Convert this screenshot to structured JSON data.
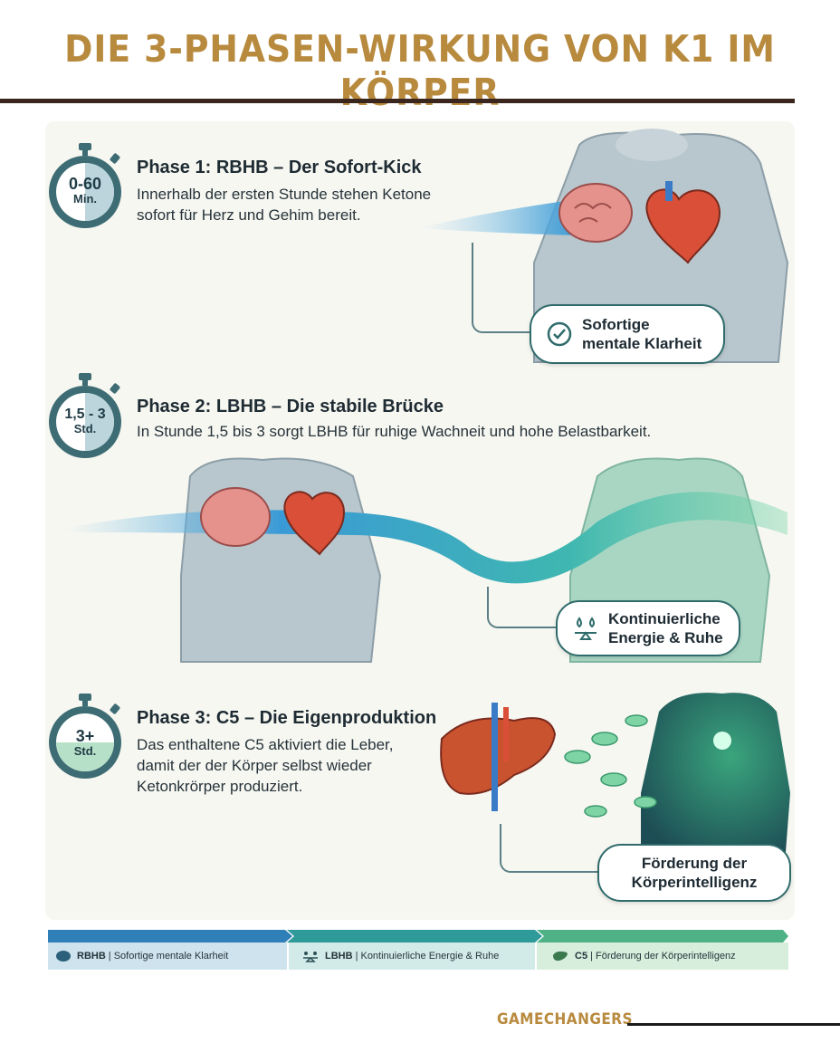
{
  "title": "DIE 3-PHASEN-WIRKUNG VON K1 IM KÖRPER",
  "phases": [
    {
      "timer_big": "0-60",
      "timer_small": "Min.",
      "title": "Phase 1: RBHB – Der Sofort-Kick",
      "desc_line1": "Innerhalb der ersten Stunde stehen Ketone",
      "desc_line2": "sofort für Herz und Gehim bereit.",
      "callout_line1": "Sofortige",
      "callout_line2": "mentale Klarheit",
      "callout_icon": "check-circle-icon",
      "timer_fill": 1.0
    },
    {
      "timer_big": "1,5 - 3",
      "timer_small": "Std.",
      "title": "Phase 2: LBHB – Die stabile Brücke",
      "desc_line1": "In Stunde 1,5 bis 3 sorgt LBHB für ruhige Wachneit und hohe Belastbarkeit.",
      "callout_line1": "Kontinuierliche",
      "callout_line2": "Energie & Ruhe",
      "callout_icon": "balance-drops-icon",
      "timer_fill": 0.5
    },
    {
      "timer_big": "3+",
      "timer_small": "Std.",
      "title": "Phase 3: C5 – Die Eigenproduktion",
      "desc_line1": "Das enthaltene C5 aktiviert die Leber,",
      "desc_line2": "damit der der Körper selbst wieder",
      "desc_line3": "Ketonkrörper produziert.",
      "callout_line1": "Förderung der",
      "callout_line2": "Körperintelligenz",
      "callout_icon": "none",
      "timer_fill": 0.5
    }
  ],
  "legend": [
    {
      "key": "RBHB",
      "text": "| Sofortige mentale Klarheit",
      "icon": "brain-icon",
      "color": "#2f7fb8",
      "bg": "#cfe3ee"
    },
    {
      "key": "LBHB",
      "text": "| Kontinuierliche Energie & Ruhe",
      "icon": "balance-icon",
      "color": "#2f9a9a",
      "bg": "#d3ebe8"
    },
    {
      "key": "C5",
      "text": "| Förderung der Körperintelligenz",
      "icon": "liver-icon",
      "color": "#4fb287",
      "bg": "#d7eedd"
    }
  ],
  "footer": {
    "brand": "GAMECHANGERS"
  },
  "colors": {
    "gold": "#b88a3e",
    "dark": "#3a261c",
    "teal": "#2f6b6b",
    "blue": "#2f7fb8",
    "green": "#4fb287"
  }
}
